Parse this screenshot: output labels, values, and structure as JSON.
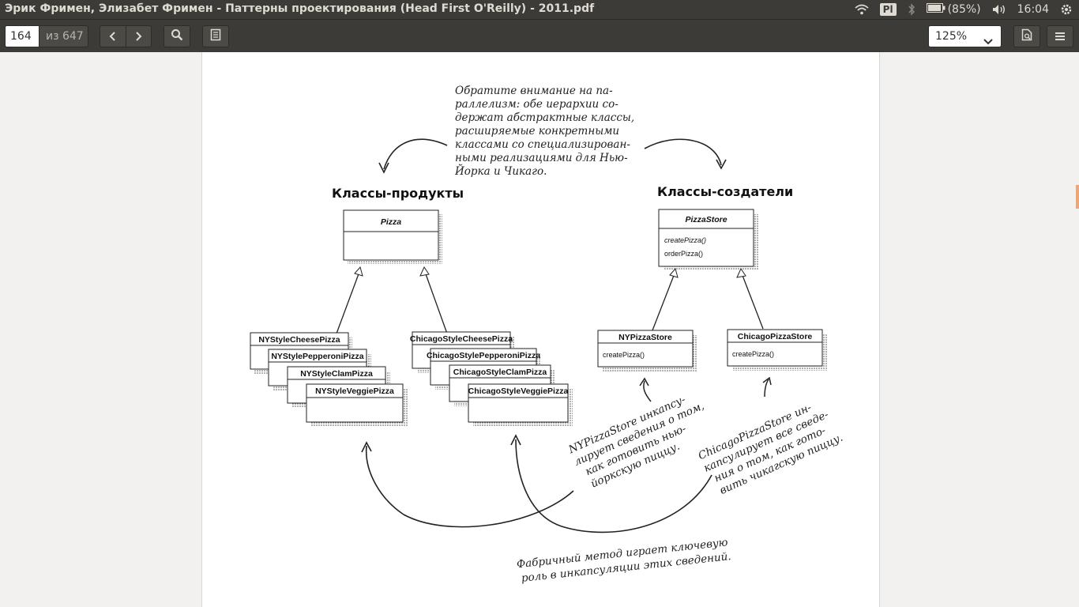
{
  "window": {
    "title": "Эрик Фримен, Элизабет Фримен - Паттерны проектирования (Head First O'Reilly) - 2011.pdf",
    "tray": {
      "keyboard_layout": "Pl",
      "battery": "(85%)",
      "time": "16:04",
      "icons": [
        "wifi-icon",
        "bluetooth-icon",
        "battery-icon",
        "volume-icon",
        "gear-icon"
      ]
    }
  },
  "toolbar": {
    "page_number": "164",
    "page_total": "из 647",
    "zoom": "125%",
    "icons": [
      "prev-page-icon",
      "next-page-icon",
      "search-icon",
      "thumbnails-icon",
      "document-icon",
      "menu-icon"
    ]
  },
  "document": {
    "note_top": [
      "Обратите внимание на па-",
      "раллелизм: обе иерархии со-",
      "держат абстрактные классы,",
      "расширяемые конкретными",
      "классами со специализирован-",
      "ными реализациями для Нью-",
      "Йорка и Чикаго."
    ],
    "heading_products": "Классы-продукты",
    "heading_creators": "Классы-создатели",
    "pizza_class": "Pizza",
    "pizzastore": {
      "name": "PizzaStore",
      "methods": [
        "createPizza()",
        "orderPizza()"
      ]
    },
    "ny_pizzas": [
      "NYStyleCheesePizza",
      "NYStylePepperoniPizza",
      "NYStyleClamPizza",
      "NYStyleVeggiePizza"
    ],
    "chicago_pizzas": [
      "ChicagoStyleCheesePizza",
      "ChicagoStylePepperoniPizza",
      "ChicagoStyleClamPizza",
      "ChicagoStyleVeggiePizza"
    ],
    "ny_store": {
      "name": "NYPizzaStore",
      "method": "createPizza()"
    },
    "chicago_store": {
      "name": "ChicagoPizzaStore",
      "method": "createPizza()"
    },
    "note_ny": [
      "NYPizzaStore инкапсу-",
      "лирует сведения о том,",
      "как готовить нью-",
      "йоркскую пиццу."
    ],
    "note_chicago": [
      "ChicagoPizzaStore ин-",
      "капсулирует все сведе-",
      "ния о том, как гото-",
      "вить чикагскую пиццу."
    ],
    "note_bottom": [
      "Фабричный метод играет ключевую",
      "роль в инкапсуляции этих сведений."
    ]
  }
}
